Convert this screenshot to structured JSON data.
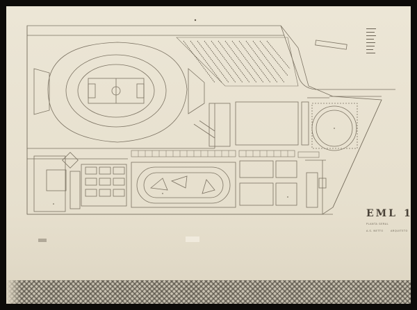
{
  "title_block": {
    "code": "EML",
    "sheet_number": "1",
    "line_1": "PLANTA GERAL",
    "line_2_left": "A.S. NETTO",
    "line_2_right": "ARQUITETO"
  },
  "legend": {
    "items": [
      "",
      "",
      "",
      "",
      "",
      "",
      "",
      ""
    ]
  },
  "colors": {
    "paper": "#e8e1cf",
    "ink": "#6b6355",
    "dark_ink": "#4a4238",
    "frame": "#0d0b09"
  }
}
